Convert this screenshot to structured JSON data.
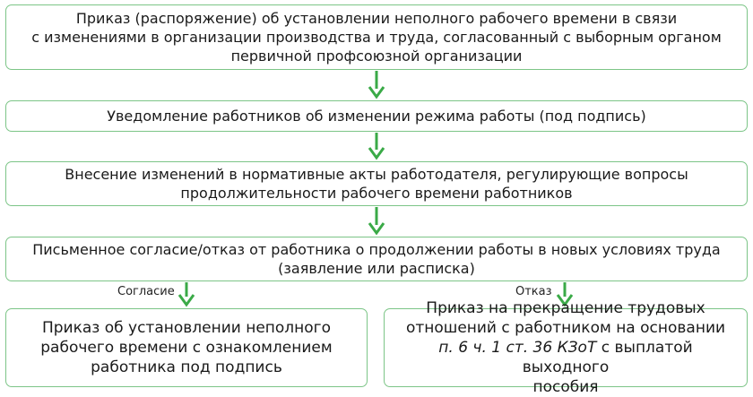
{
  "steps": [
    {
      "lines": [
        "Приказ (распоряжение) об установлении неполного рабочего времени в связи",
        "с изменениями в организации производства и труда, согласованный с выборным органом",
        "первичной профсоюзной организации"
      ]
    },
    {
      "lines": [
        "Уведомление работников об изменении режима работы (под подпись)"
      ]
    },
    {
      "lines": [
        "Внесение изменений в нормативные акты работодателя, регулирующие вопросы",
        "продолжительности рабочего времени работников"
      ]
    },
    {
      "lines": [
        "Письменное согласие/отказ от работника о продолжении работы в новых условиях труда",
        "(заявление или расписка)"
      ]
    }
  ],
  "branches": {
    "agree": {
      "label": "Согласие",
      "lines": [
        "Приказ об установлении неполного",
        "рабочего времени с ознакомлением",
        "работника под подпись"
      ]
    },
    "refuse": {
      "label": "Отказ",
      "line1": "Приказ на прекращение трудовых",
      "line2": "отношений с работником на основании",
      "line3_italic": "п. 6 ч. 1 ст. 36 КЗоТ",
      "line3_rest": " с выплатой выходного",
      "line4": "пособия"
    }
  },
  "colors": {
    "arrow": "#3aaa47",
    "border": "#7cc587"
  }
}
